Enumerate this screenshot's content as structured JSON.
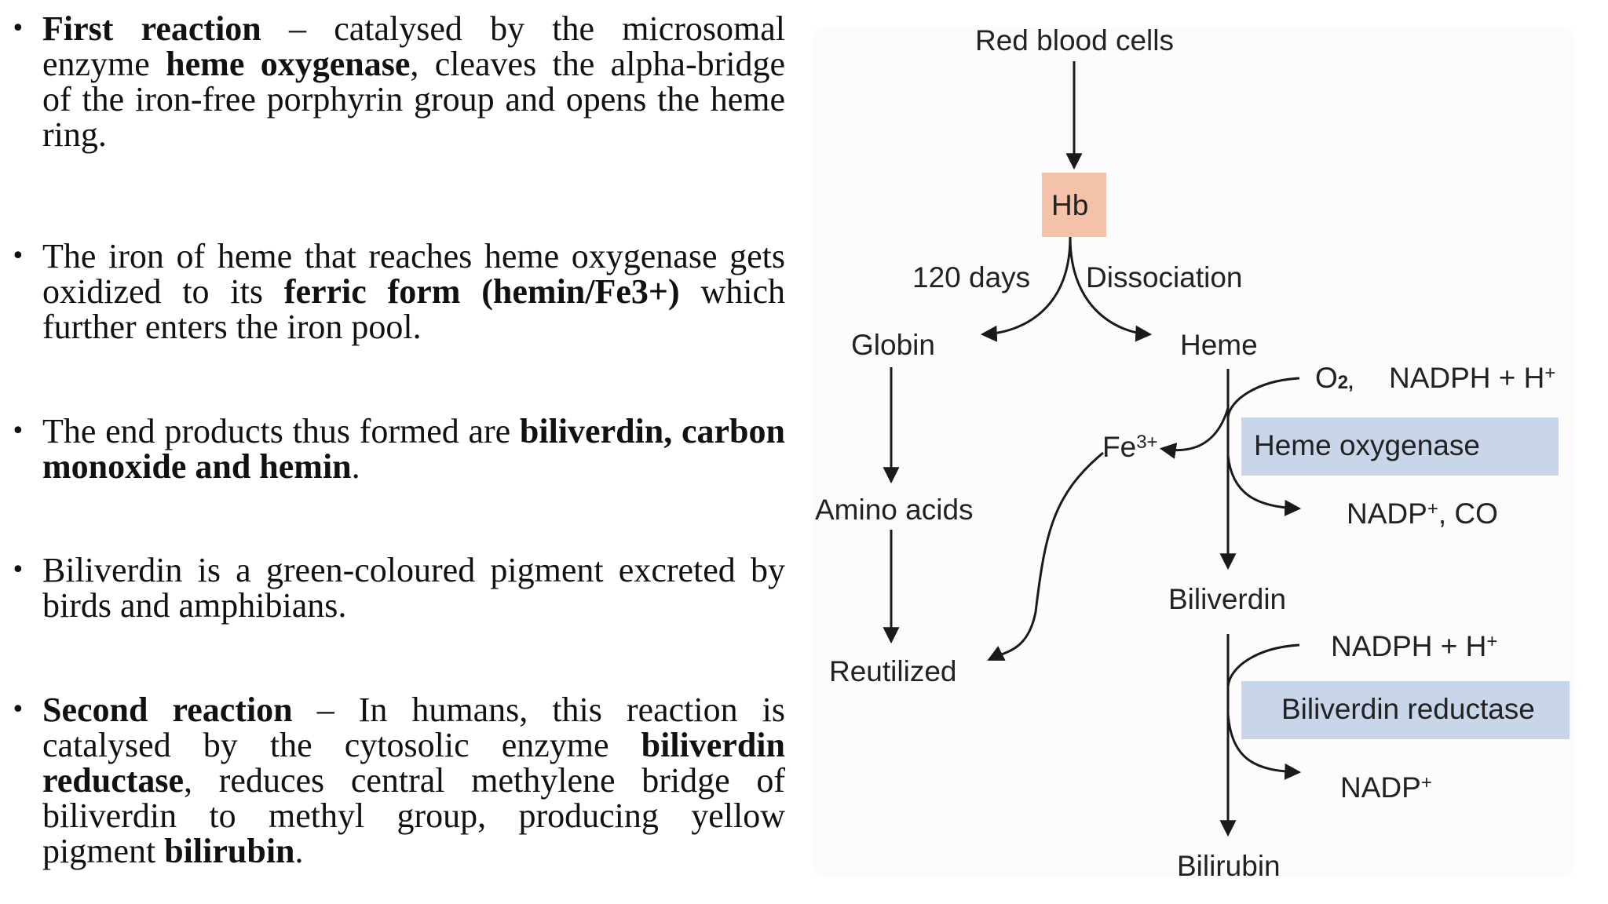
{
  "bullets": [
    {
      "segments": [
        {
          "text": "First reaction",
          "bold": true
        },
        {
          "text": " – catalysed by the microsomal enzyme ",
          "bold": false
        },
        {
          "text": "heme oxygenase",
          "bold": true
        },
        {
          "text": ", cleaves the alpha-bridge of the iron-free porphyrin group and opens the heme ring.",
          "bold": false
        }
      ]
    },
    {
      "segments": [
        {
          "text": "The iron of heme that reaches heme oxygenase gets oxidized to its ",
          "bold": false
        },
        {
          "text": "ferric form (hemin/Fe3+)",
          "bold": true
        },
        {
          "text": " which further enters the iron pool.",
          "bold": false
        }
      ]
    },
    {
      "segments": [
        {
          "text": "The end products thus formed are ",
          "bold": false
        },
        {
          "text": "biliverdin, carbon monoxide and hemin",
          "bold": true
        },
        {
          "text": ".",
          "bold": false
        }
      ]
    },
    {
      "segments": [
        {
          "text": "Biliverdin is a green-coloured pigment excreted by birds and amphibians.",
          "bold": false
        }
      ]
    },
    {
      "segments": [
        {
          "text": "Second reaction",
          "bold": true
        },
        {
          "text": " – In humans, this reaction is catalysed by the cytosolic enzyme ",
          "bold": false
        },
        {
          "text": "biliverdin reductase",
          "bold": true
        },
        {
          "text": ", reduces central methylene bridge of biliverdin to methyl group, producing yellow pigment ",
          "bold": false
        },
        {
          "text": "bilirubin",
          "bold": true
        },
        {
          "text": ".",
          "bold": false
        }
      ]
    }
  ],
  "diagram": {
    "red_blood_cells": "Red blood cells",
    "hb": "Hb",
    "days": "120 days",
    "dissociation": "Dissociation",
    "globin": "Globin",
    "heme": "Heme",
    "amino_acids": "Amino acids",
    "reutilized": "Reutilized",
    "o2": "O",
    "o2_sub": "2,",
    "nadph1": "NADPH + H",
    "nadph1_sup": "+",
    "heme_oxygenase": "Heme oxygenase",
    "fe": "Fe",
    "fe_sup": "3+",
    "nadp_co": "NADP",
    "nadp_co_sup": "+",
    "nadp_co_rest": ", CO",
    "biliverdin": "Biliverdin",
    "nadph2": "NADPH + H",
    "nadph2_sup": "+",
    "biliverdin_reductase": "Biliverdin reductase",
    "nadp2": "NADP",
    "nadp2_sup": "+",
    "bilirubin": "Bilirubin",
    "colors": {
      "hb_box": "#f4c2a8",
      "enzyme_box": "#c9d6ea",
      "arrow": "#1a1a1a"
    }
  }
}
